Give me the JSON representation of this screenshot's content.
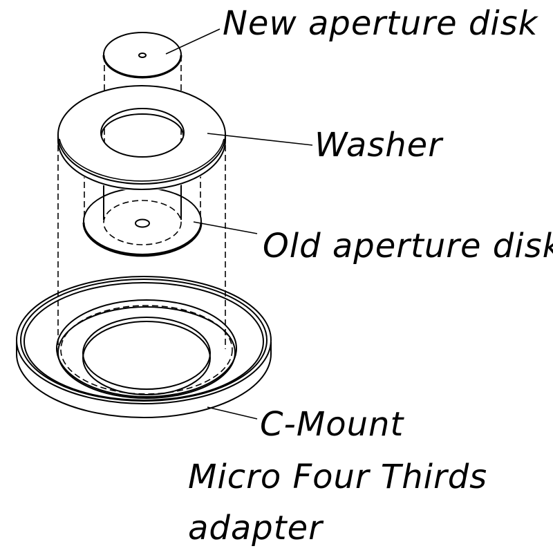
{
  "diagram": {
    "title": "Aperture disk replacement in C-Mount to Micro Four Thirds adapter",
    "style": "isometric exploded line drawing",
    "parts": [
      {
        "id": "new-aperture-disk",
        "label": "New aperture disk",
        "order": 1
      },
      {
        "id": "washer",
        "label": "Washer",
        "order": 2
      },
      {
        "id": "old-aperture-disk",
        "label": "Old aperture disk",
        "order": 3
      },
      {
        "id": "adapter",
        "label": "C-Mount",
        "label_line2": "Micro Four Thirds",
        "label_line3": "adapter",
        "order": 4
      }
    ],
    "colors": {
      "line": "#000000",
      "background": "#ffffff"
    }
  }
}
